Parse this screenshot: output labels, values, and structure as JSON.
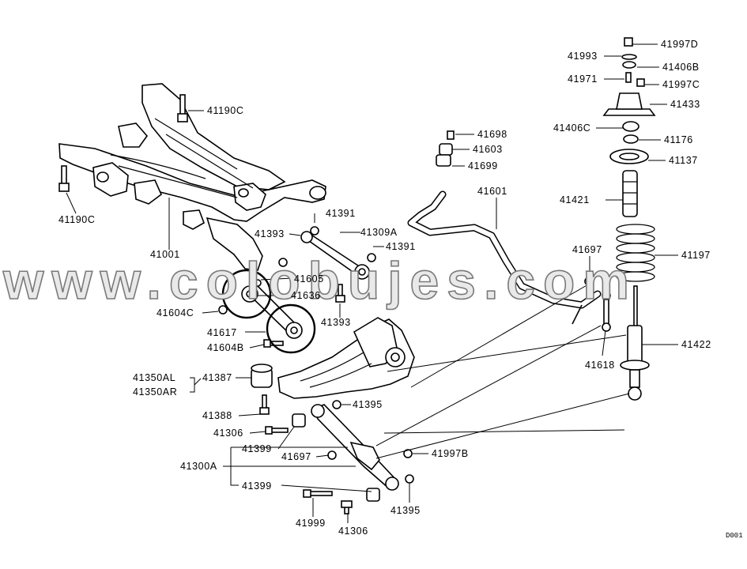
{
  "watermark": "www.colobujes.com",
  "diagram_code": "D001",
  "part_labels": {
    "p41997D": "41997D",
    "p41993": "41993",
    "p41406B": "41406B",
    "p41971": "41971",
    "p41997C": "41997C",
    "p41433": "41433",
    "p41406C": "41406C",
    "p41176": "41176",
    "p41137": "41137",
    "p41421": "41421",
    "p41197": "41197",
    "p41697a": "41697",
    "p41422": "41422",
    "p41618": "41618",
    "p41698": "41698",
    "p41603": "41603",
    "p41699": "41699",
    "p41601": "41601",
    "p41190Ca": "41190C",
    "p41190Cb": "41190C",
    "p41001": "41001",
    "p41391a": "41391",
    "p41393a": "41393",
    "p41309A": "41309A",
    "p41391b": "41391",
    "p41605": "41605",
    "p41636": "41636",
    "p41604C": "41604C",
    "p41393b": "41393",
    "p41617": "41617",
    "p41604B": "41604B",
    "p41350AL": "41350AL",
    "p41350AR": "41350AR",
    "p41387": "41387",
    "p41395a": "41395",
    "p41388": "41388",
    "p41306a": "41306",
    "p41399a": "41399",
    "p41697b": "41697",
    "p41997B": "41997B",
    "p41300A": "41300A",
    "p41399b": "41399",
    "p41395b": "41395",
    "p41999": "41999",
    "p41306b": "41306"
  }
}
